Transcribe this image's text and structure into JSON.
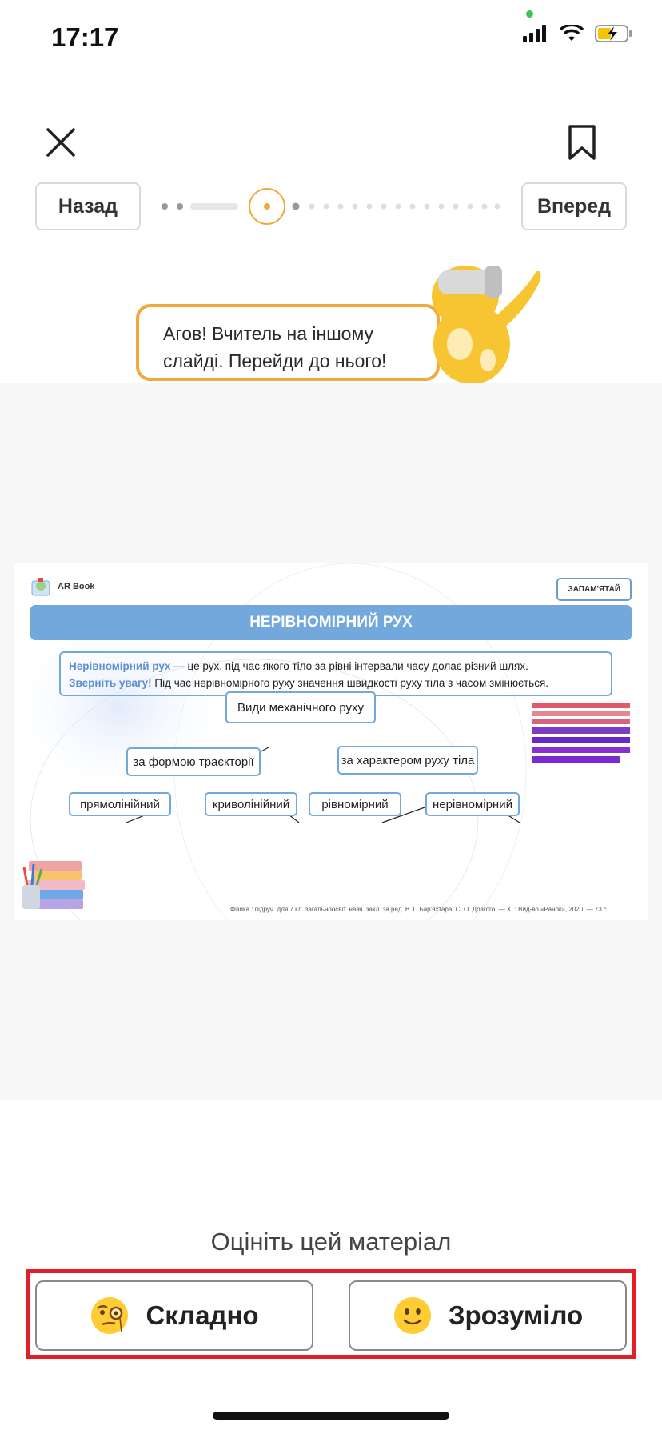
{
  "status_bar": {
    "time": "17:17"
  },
  "topbar": {
    "back_label": "Назад",
    "forward_label": "Вперед"
  },
  "progress": {
    "current_step": 8,
    "total_steps": 24
  },
  "speech": {
    "line1": "Агов! Вчитель на іншому",
    "line2": "слайді. Перейди до нього!"
  },
  "slide": {
    "logo_text": "AR Book",
    "remember_label": "ЗАПАМ'ЯТАЙ",
    "title": "НЕРІВНОМІРНИЙ РУХ",
    "definition_term": "Нерівномірний рух —",
    "definition_text": " це рух, під час якого тіло за рівні інтервали часу долає різний шлях.",
    "attention_label": "Зверніть увагу!",
    "attention_text": " Під час нерівномірного руху значення швидкості руху тіла з часом змінюється.",
    "root_node": "Види механічного руху",
    "branch_left": "за формою траєкторії",
    "branch_right": "за характером руху тіла",
    "leaf_1": "прямолінійний",
    "leaf_2": "криволінійний",
    "leaf_3": "рівномірний",
    "leaf_4": "нерівномірний",
    "citation": "Фізика : підруч. для 7 кл. загальноосвіт. навч. закл. за ред. В. Г. Бар'яхтара, С. О. Довгого. — Х. : Вид-во «Ранок», 2020. — 73 с."
  },
  "rating": {
    "title": "Оцініть цей матеріал",
    "hard_label": "Складно",
    "clear_label": "Зрозуміло",
    "hard_icon": "thinking-monocle-face-icon",
    "clear_icon": "slightly-smiling-face-icon"
  },
  "colors": {
    "accent_orange": "#f2a93b",
    "slide_blue": "#72a8dc",
    "highlight_red": "#e41e24"
  }
}
